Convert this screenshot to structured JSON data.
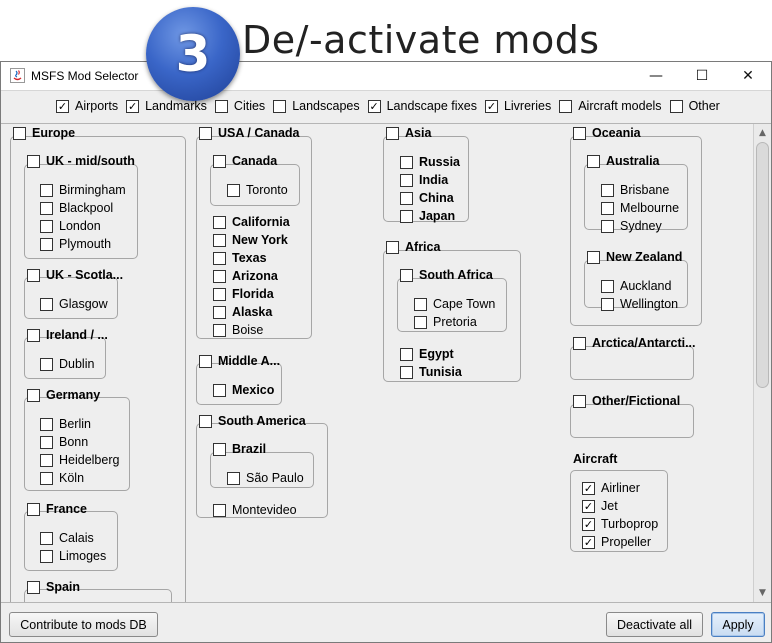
{
  "banner": {
    "step": "3",
    "title": "De/-activate mods"
  },
  "window": {
    "title": "MSFS Mod Selector",
    "minimize": "—",
    "maximize": "☐",
    "close": "✕"
  },
  "filters": [
    {
      "label": "Airports",
      "checked": true
    },
    {
      "label": "Landmarks",
      "checked": true
    },
    {
      "label": "Cities",
      "checked": false
    },
    {
      "label": "Landscapes",
      "checked": false
    },
    {
      "label": "Landscape fixes",
      "checked": true
    },
    {
      "label": "Livreries",
      "checked": true
    },
    {
      "label": "Aircraft models",
      "checked": false
    },
    {
      "label": "Other",
      "checked": false
    }
  ],
  "tree": {
    "europe": {
      "label": "Europe",
      "uk_mid_south": {
        "label": "UK  - mid/south",
        "cities": [
          "Birmingham",
          "Blackpool",
          "London",
          "Plymouth"
        ]
      },
      "uk_scotland": {
        "label": "UK - Scotla...",
        "cities": [
          "Glasgow"
        ]
      },
      "ireland": {
        "label": "Ireland / ...",
        "cities": [
          "Dublin"
        ]
      },
      "germany": {
        "label": "Germany",
        "cities": [
          "Berlin",
          "Bonn",
          "Heidelberg",
          "Köln"
        ]
      },
      "france": {
        "label": "France",
        "cities": [
          "Calais",
          "Limoges"
        ]
      },
      "spain": {
        "label": "Spain"
      }
    },
    "usa_canada": {
      "label": "USA / Canada",
      "canada": {
        "label": "Canada",
        "cities": [
          "Toronto"
        ]
      },
      "states": [
        "California",
        "New York",
        "Texas",
        "Arizona",
        "Florida",
        "Alaska"
      ],
      "boise": "Boise"
    },
    "middle_america": {
      "label": "Middle A...",
      "cities": [
        "Mexico"
      ]
    },
    "south_america": {
      "label": "South America",
      "brazil": {
        "label": "Brazil",
        "cities": [
          "São Paulo"
        ]
      },
      "montevideo": "Montevideo"
    },
    "asia": {
      "label": "Asia",
      "countries": [
        "Russia",
        "India",
        "China",
        "Japan"
      ]
    },
    "africa": {
      "label": "Africa",
      "south_africa": {
        "label": "South Africa",
        "cities": [
          "Cape Town",
          "Pretoria"
        ]
      },
      "countries": [
        "Egypt",
        "Tunisia"
      ]
    },
    "oceania": {
      "label": "Oceania",
      "australia": {
        "label": "Australia",
        "cities": [
          "Brisbane",
          "Melbourne",
          "Sydney"
        ]
      },
      "new_zealand": {
        "label": "New Zealand",
        "cities": [
          "Auckland",
          "Wellington"
        ]
      }
    },
    "arctica": {
      "label": "Arctica/Antarcti..."
    },
    "other_fictional": {
      "label": "Other/Fictional"
    },
    "aircraft": {
      "label": "Aircraft",
      "types": [
        "Airliner",
        "Jet",
        "Turboprop",
        "Propeller"
      ]
    }
  },
  "buttons": {
    "contribute": "Contribute to mods DB",
    "deactivate_all": "Deactivate all",
    "apply": "Apply"
  },
  "icons": {
    "check": "✓",
    "scroll_up": "▲",
    "scroll_down": "▼"
  }
}
